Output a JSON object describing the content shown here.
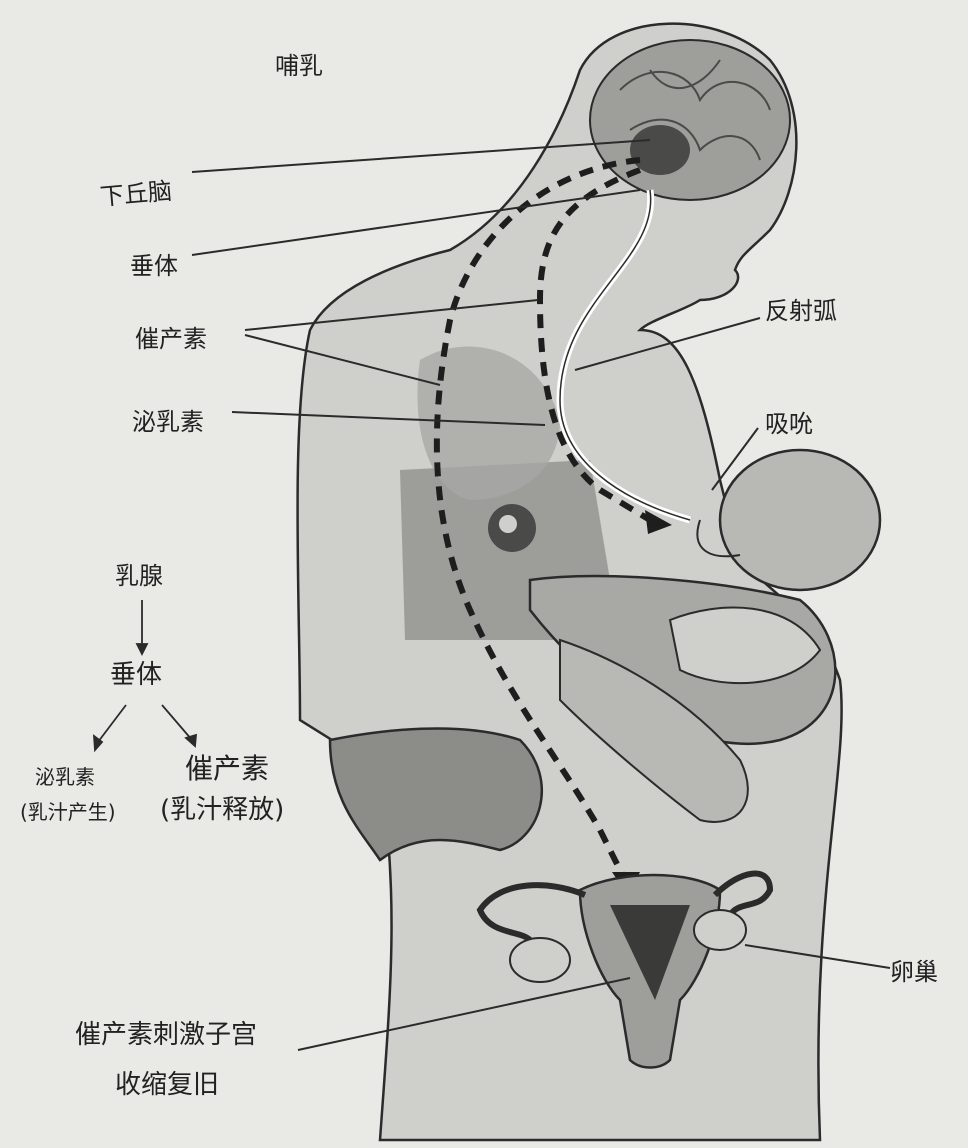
{
  "title": "哺乳",
  "labels": {
    "hypothalamus": "下丘脑",
    "pituitary": "垂体",
    "oxytocin": "催产素",
    "prolactin": "泌乳素",
    "reflex_arc": "反射弧",
    "suckling": "吸吮",
    "ovary": "卵巢",
    "uterus_line1": "催产素刺激子宫",
    "uterus_line2": "收缩复旧"
  },
  "flowchart": {
    "top": "乳腺",
    "middle": "垂体",
    "left_line1": "泌乳素",
    "left_line2": "(乳汁产生)",
    "right_line1": "催产素",
    "right_line2": "(乳汁释放)"
  },
  "colors": {
    "background": "#e9e9e6",
    "line": "#2b2b2b",
    "shade_dark": "#7a7a78",
    "shade_mid": "#a8a8a5",
    "shade_light": "#cfcfcc"
  }
}
